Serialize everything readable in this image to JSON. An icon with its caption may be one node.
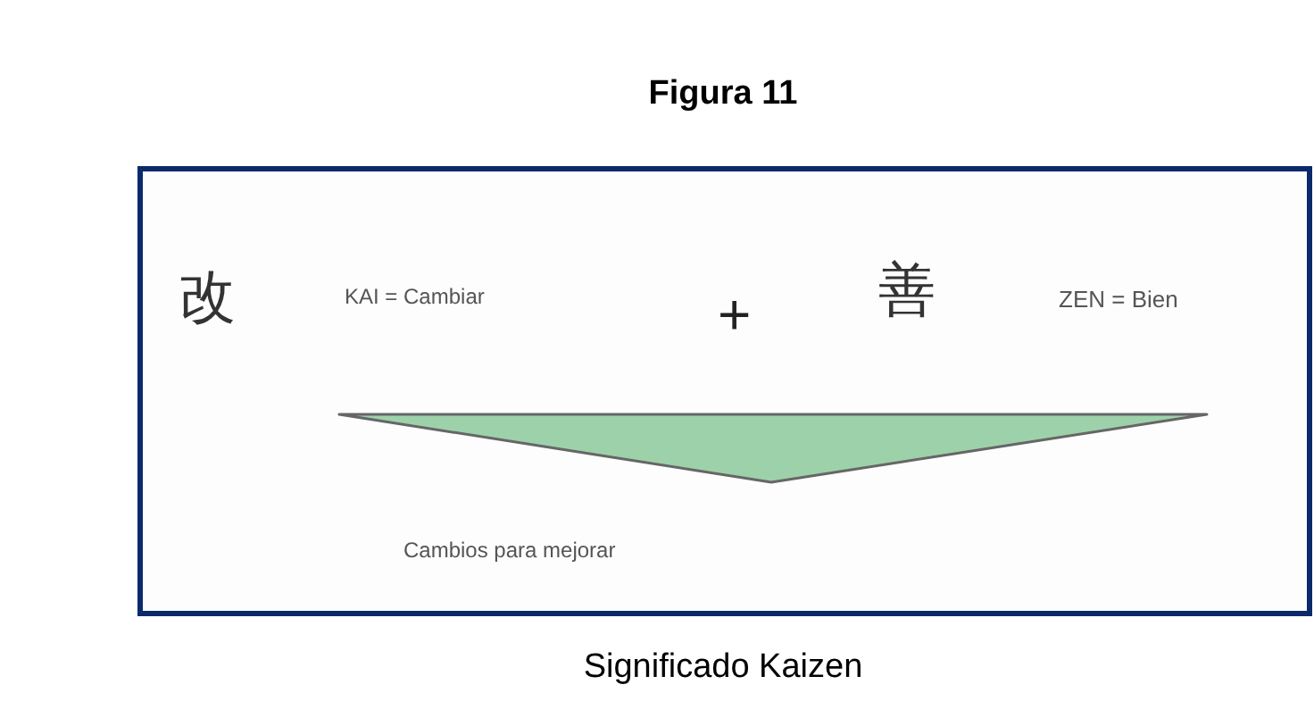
{
  "diagram": {
    "title": "Figura 11",
    "caption": "Significado Kaizen",
    "nodes": [
      {
        "text": [],
        "shape": "triangle"
      }
    ],
    "labels": [
      "改",
      "KAI = Cambiar",
      "+",
      "善",
      "ZEN = Bien",
      "Cambios para mejorar"
    ]
  }
}
